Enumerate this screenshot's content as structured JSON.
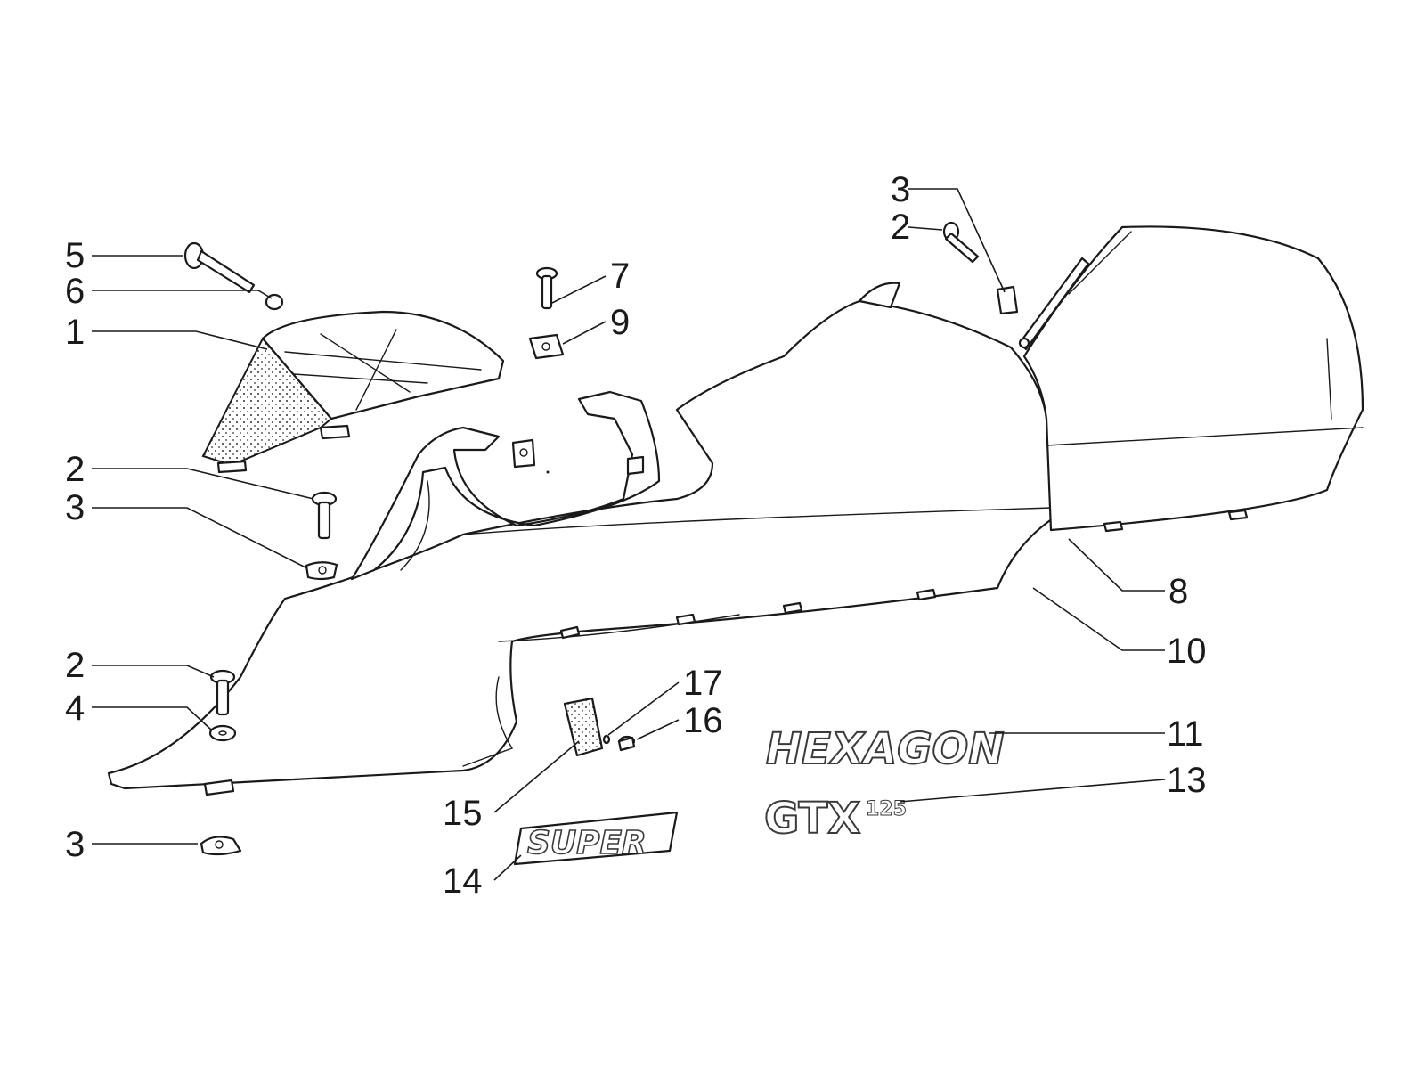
{
  "colors": {
    "ink": "#1a1a1a",
    "paper": "#ffffff"
  },
  "callouts": [
    {
      "id": "c5a",
      "label": "5"
    },
    {
      "id": "c6a",
      "label": "6"
    },
    {
      "id": "c1a",
      "label": "1"
    },
    {
      "id": "c7a",
      "label": "7"
    },
    {
      "id": "c9a",
      "label": "9"
    },
    {
      "id": "c3a",
      "label": "3"
    },
    {
      "id": "c2a",
      "label": "2"
    },
    {
      "id": "c2b",
      "label": "2"
    },
    {
      "id": "c3b",
      "label": "3"
    },
    {
      "id": "c2c",
      "label": "2"
    },
    {
      "id": "c4a",
      "label": "4"
    },
    {
      "id": "c3c",
      "label": "3"
    },
    {
      "id": "c8a",
      "label": "8"
    },
    {
      "id": "c10a",
      "label": "10"
    },
    {
      "id": "c17a",
      "label": "17"
    },
    {
      "id": "c16a",
      "label": "16"
    },
    {
      "id": "c11a",
      "label": "11"
    },
    {
      "id": "c13a",
      "label": "13"
    },
    {
      "id": "c15a",
      "label": "15"
    },
    {
      "id": "c14a",
      "label": "14"
    }
  ],
  "emblems": {
    "hexagon": "HEXAGON",
    "gtx": "GTX",
    "gtx_cc": "125",
    "super": "SUPER"
  }
}
